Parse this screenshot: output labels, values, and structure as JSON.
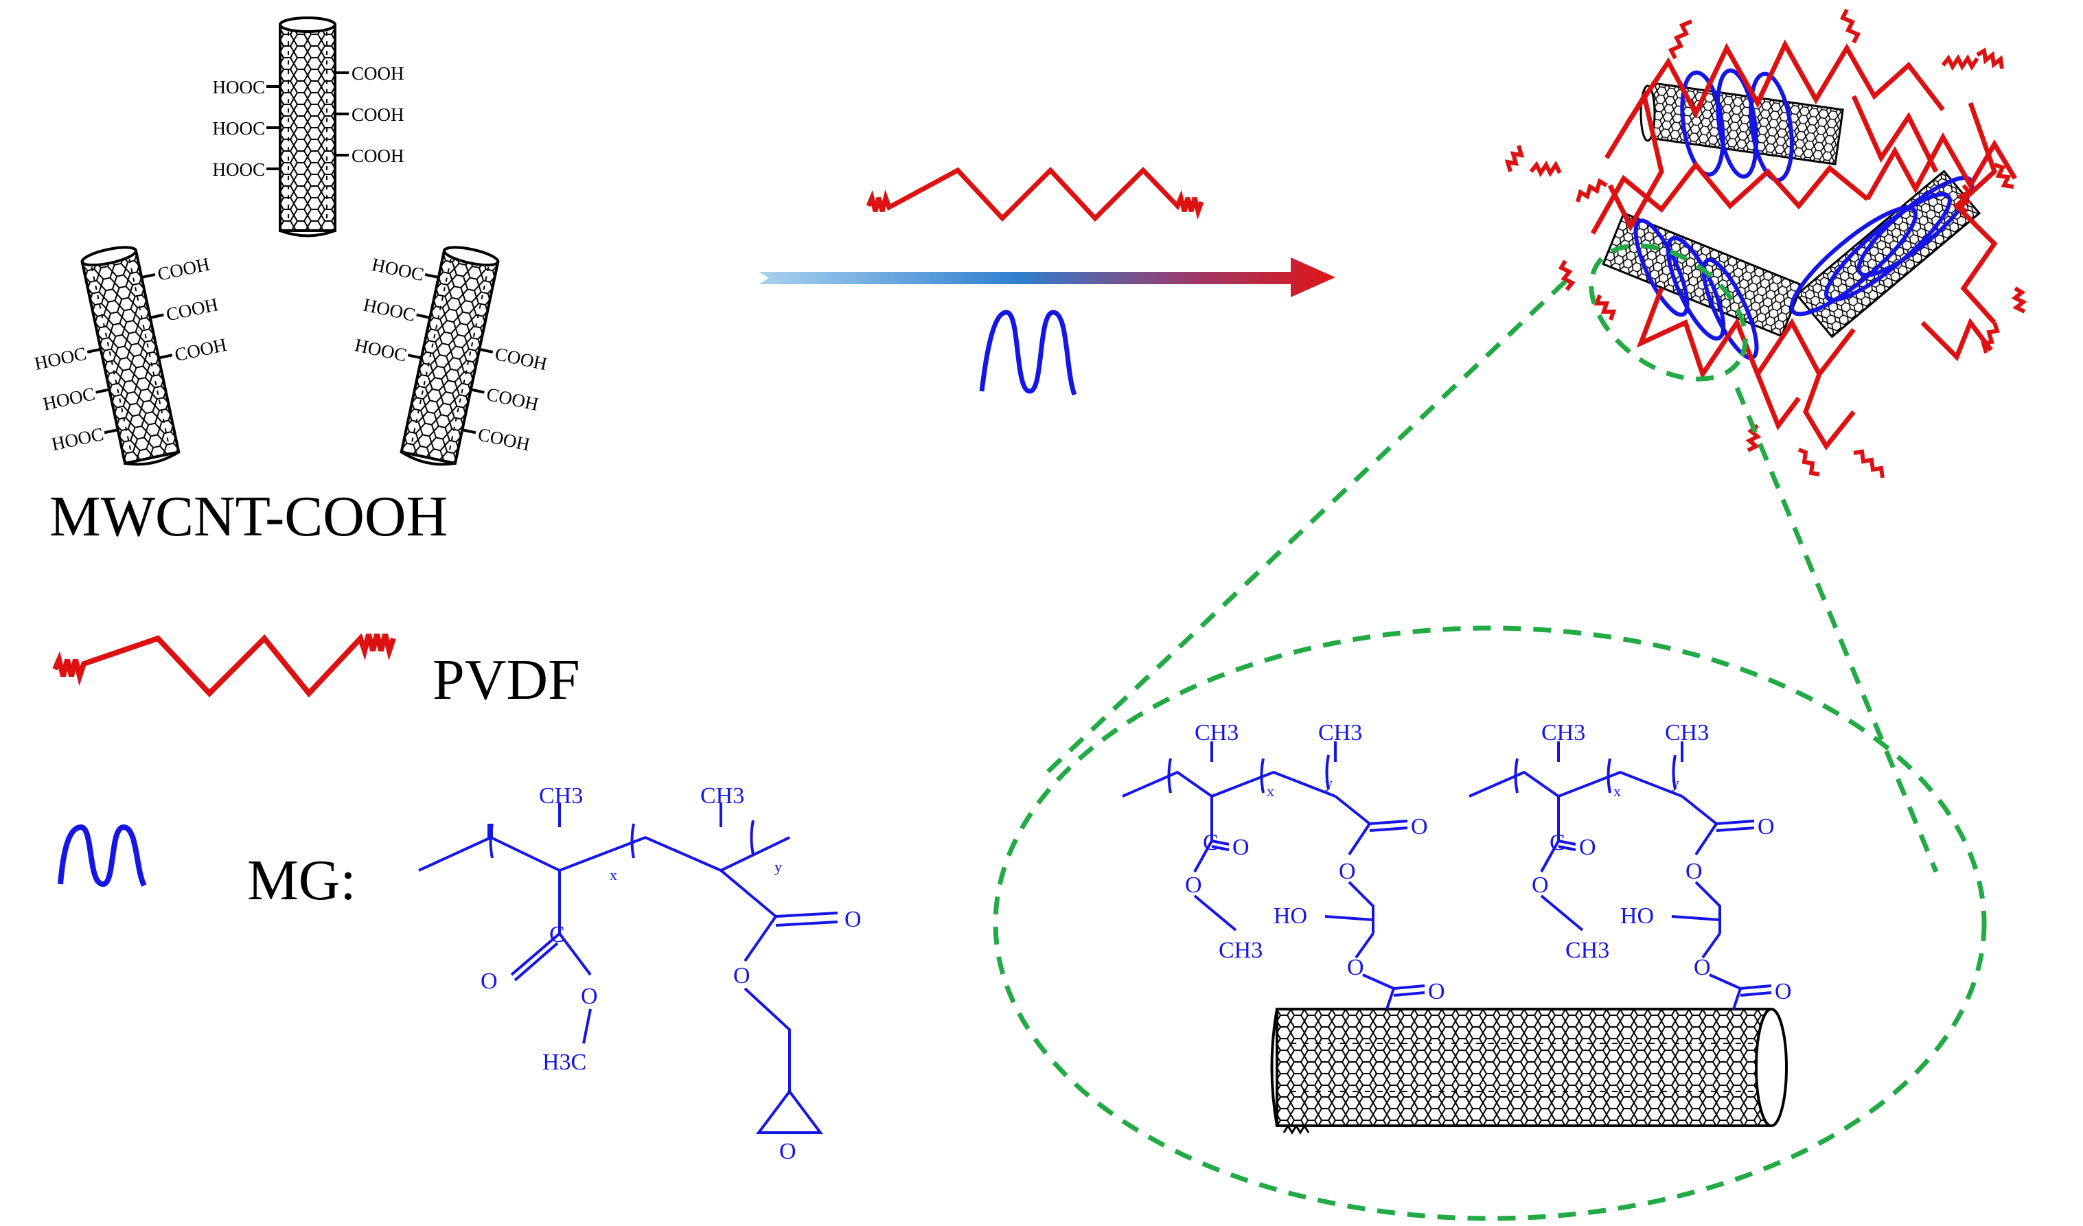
{
  "labels": {
    "mwcnt": "MWCNT-COOH",
    "pvdf": "PVDF",
    "mg": "MG:"
  },
  "groups": {
    "hooc": "HOOC",
    "cooh": "COOH"
  },
  "chem": {
    "ch3": "CH3",
    "h3c": "H3C",
    "c": "C",
    "o": "O",
    "ho": "HO",
    "x": "x",
    "y": "y"
  },
  "colors": {
    "pvdf": "#dd1111",
    "mg": "#1515e6",
    "zoom": "#22aa44",
    "cnt": "#000000",
    "arrow_start": "#a9d2ef",
    "arrow_mid": "#2f7fce",
    "arrow_end": "#e01616"
  },
  "icons": {
    "pvdf": "red-zigzag-chain-icon",
    "mg": "blue-coil-chain-icon",
    "cnt": "carbon-nanotube-icon",
    "arrow": "reaction-arrow-icon"
  }
}
